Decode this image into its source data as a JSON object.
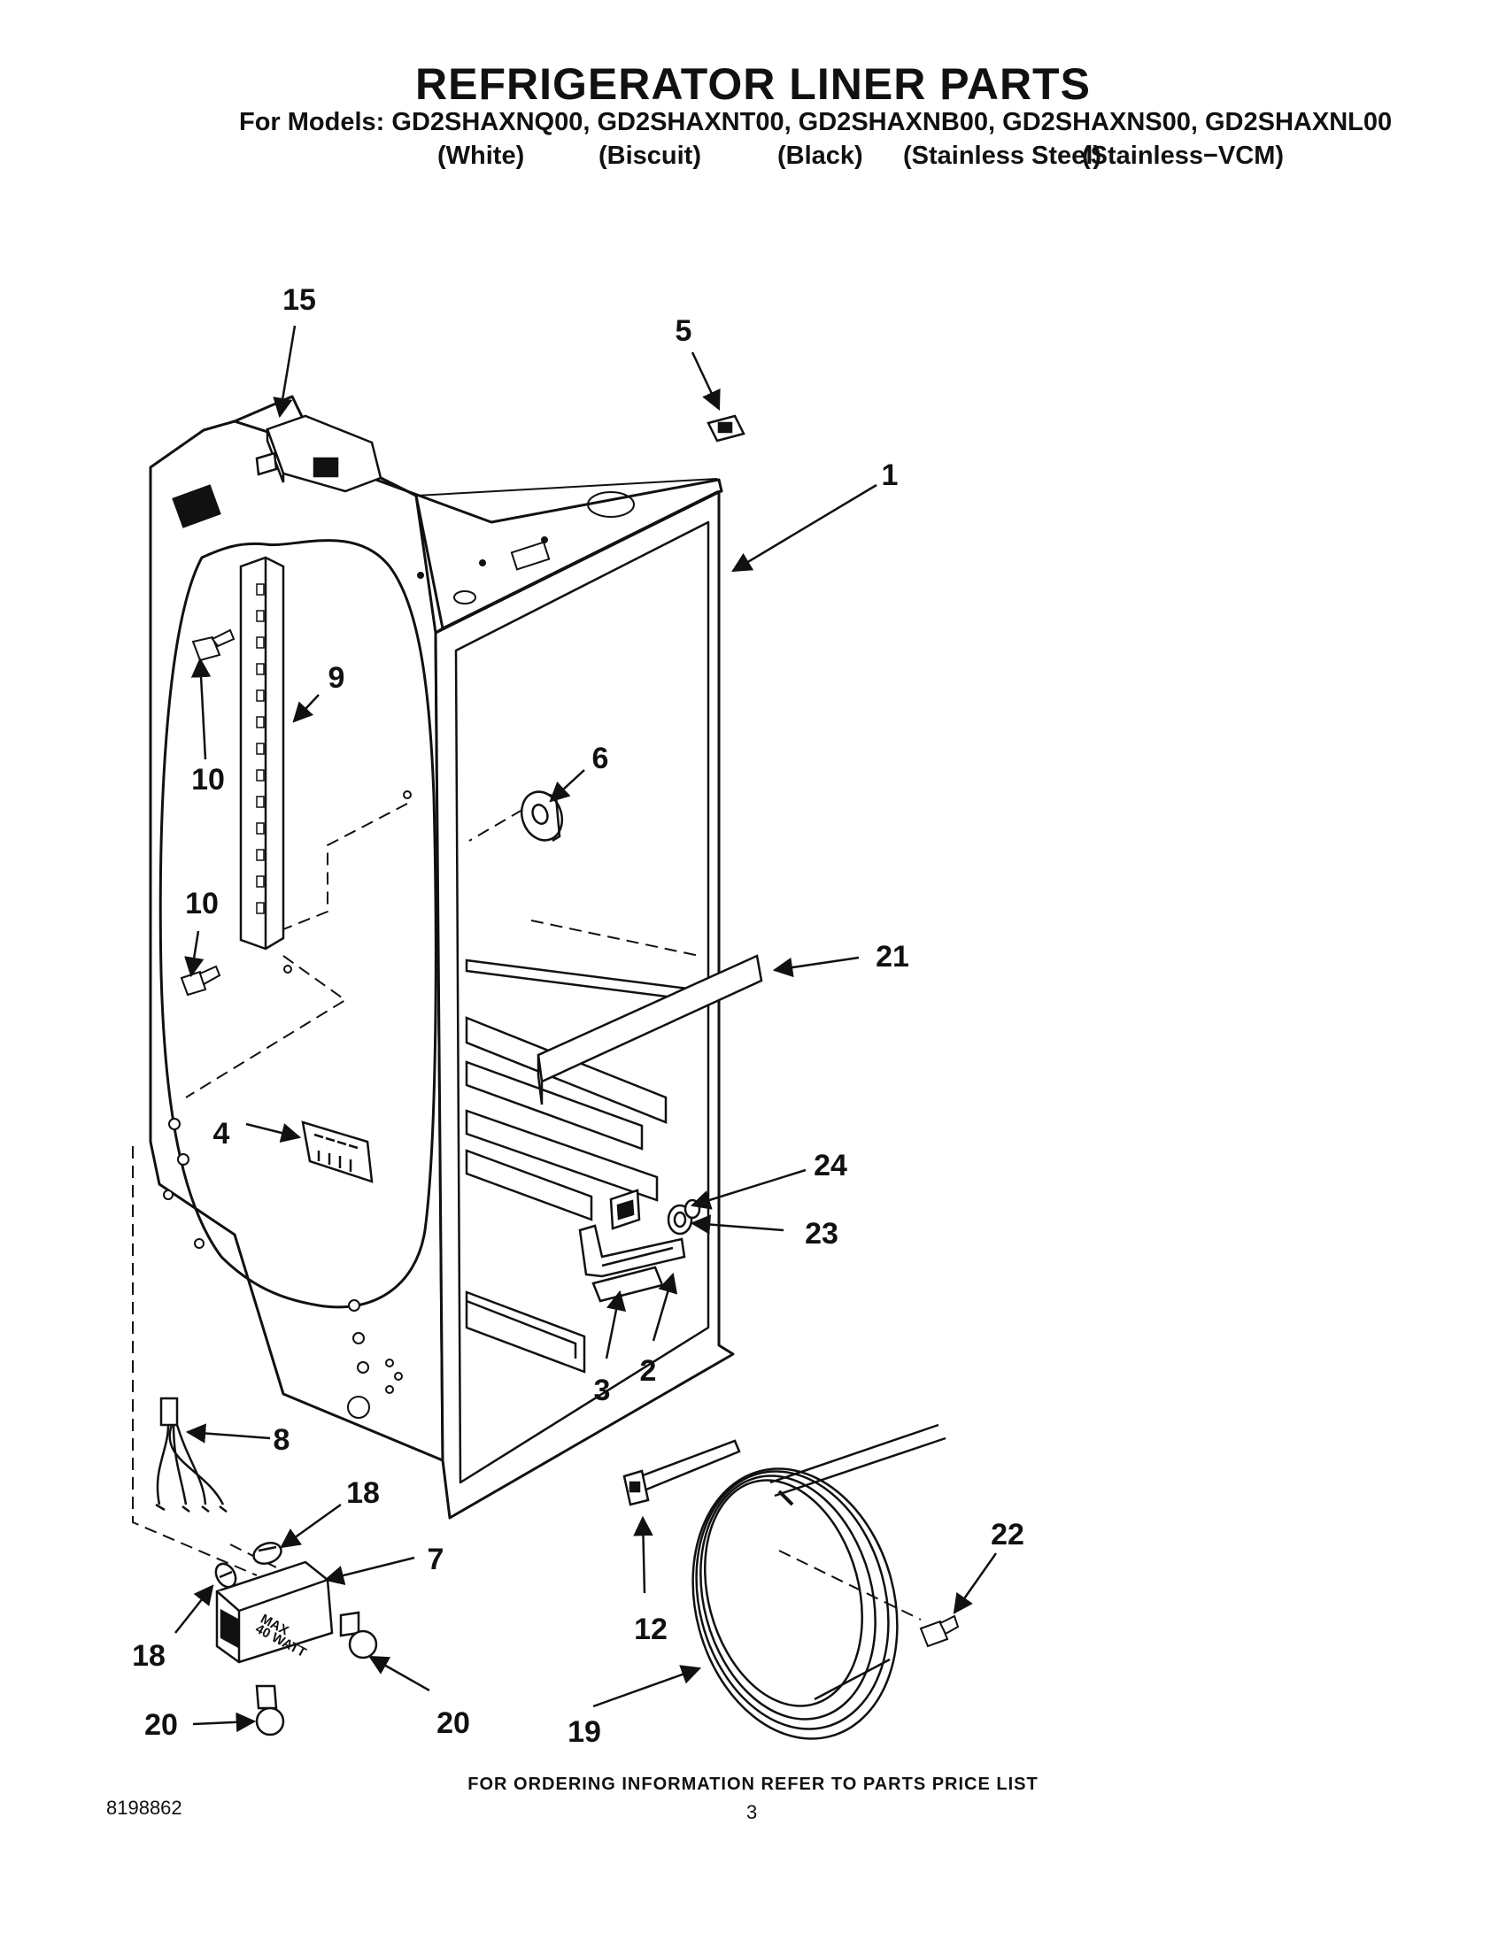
{
  "header": {
    "title": "REFRIGERATOR LINER PARTS",
    "models_line": "For Models: GD2SHAXNQ00, GD2SHAXNT00, GD2SHAXNB00, GD2SHAXNS00, GD2SHAXNL00",
    "colors": [
      "(White)",
      "(Biscuit)",
      "(Black)",
      "(Stainless Steel)",
      "(Stainless−VCM)"
    ]
  },
  "callouts": [
    "15",
    "5",
    "1",
    "9",
    "10",
    "6",
    "10",
    "21",
    "4",
    "24",
    "23",
    "2",
    "3",
    "8",
    "18",
    "7",
    "12",
    "22",
    "18",
    "20",
    "20",
    "19"
  ],
  "part_markings": {
    "lamp_housing": [
      "MAX",
      "40 WATT"
    ]
  },
  "footer": {
    "ordering_note": "FOR ORDERING INFORMATION REFER TO PARTS PRICE LIST",
    "document_number": "8198862",
    "page_number": "3"
  }
}
